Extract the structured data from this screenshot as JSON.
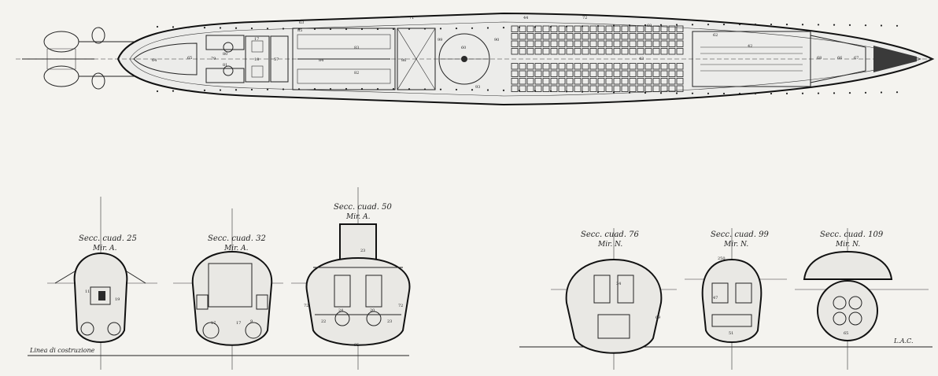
{
  "plan": {
    "numbers": [
      "64",
      "65",
      "79",
      "80",
      "81",
      "17",
      "18",
      "57",
      "84",
      "83",
      "82",
      "86",
      "85",
      "99",
      "60",
      "90",
      "93",
      "44",
      "43",
      "72",
      "71",
      "69",
      "62",
      "68",
      "66",
      "67",
      "42",
      "63"
    ]
  },
  "sections": [
    {
      "id": "s25",
      "title": "Secc. cuad. 25",
      "sub": "Mir. A.",
      "labels": [
        "11",
        "19"
      ]
    },
    {
      "id": "s32",
      "title": "Secc. cuad. 32",
      "sub": "Mir. A.",
      "labels": [
        "17",
        "17",
        "9"
      ]
    },
    {
      "id": "s50",
      "title": "Secc. cuad. 50",
      "sub": "Mir. A.",
      "labels": [
        "23",
        "72",
        "72",
        "24",
        "20",
        "22",
        "23",
        "95"
      ]
    },
    {
      "id": "s76",
      "title": "Secc. cuad. 76",
      "sub": "Mir. N.",
      "labels": [
        "34",
        "69"
      ]
    },
    {
      "id": "s99",
      "title": "Secc. cuad. 99",
      "sub": "Mir. N.",
      "labels": [
        "250",
        "47",
        "51"
      ]
    },
    {
      "id": "s109",
      "title": "Secc. cuad. 109",
      "sub": "Mir. N.",
      "labels": [
        "65"
      ]
    }
  ],
  "baseline_label": "Linea di costruzione",
  "signature": "L.A.C."
}
